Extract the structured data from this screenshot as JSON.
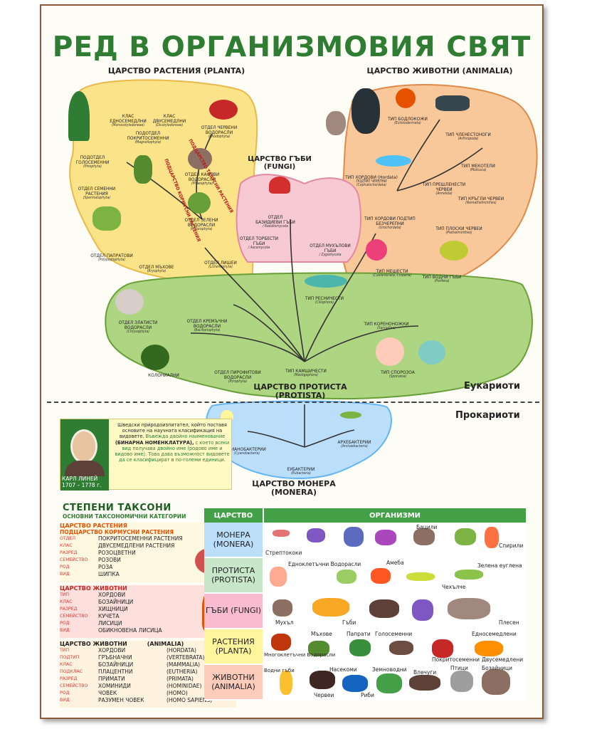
{
  "title": "РЕД В ОРГАНИЗМОВИЯ СВЯТ",
  "plant_kingdom": {
    "title": "ЦАРСТВО РАСТЕНИЯ (PLANTA)",
    "klas_mono": {
      "name": "КЛАС ЕДНОСЕМЕДЛНИ",
      "latin": "(Monocotyledoneae)"
    },
    "klas_di": {
      "name": "КЛАС ДВУСЕМЕДЛНИ",
      "latin": "(Dicotyledoneae)"
    },
    "pokritosemenni": {
      "name": "ПОДОТДЕЛ ПОКРИТОСЕМЕННИ",
      "latin": "(Magnoliophyta)"
    },
    "golosemenni": {
      "name": "ПОДОТДЕЛ ГОЛОСЕМЕННИ",
      "latin": "(Pinophyta)"
    },
    "semenni": {
      "name": "ОТДЕЛ СЕМЕННИ РАСТЕНИЯ",
      "latin": "(Spermatophyta)"
    },
    "paprati": {
      "name": "ОТДЕЛ ПАПРАТОВИ",
      "latin": "(Polypodiophyta)"
    },
    "mahove": {
      "name": "ОТДЕЛ МЪХОВЕ",
      "latin": "(Bryophyta)"
    },
    "cherveni": {
      "name": "ОТДЕЛ ЧЕРВЕНИ ВОДОРАСЛИ",
      "latin": "(Rhodophyta)"
    },
    "kafyavi": {
      "name": "ОТДЕЛ КАФЯВИ ВОДОРАСЛИ",
      "latin": "(Phaeophyta)"
    },
    "zeleni": {
      "name": "ОТДЕЛ ЗЕЛЕНИ ВОДОРАСЛИ",
      "latin": "(Chlorophyta)"
    },
    "lishei": {
      "name": "ОТДЕЛ ЛИШЕИ",
      "latin": "(Lichenophyta)"
    },
    "talusni": "ПОДЦАРСТВО ТАЛУСНИ РАСТЕНИЯ",
    "kormusni": "ПОДЦАРСТВО КОРМУСНИ РАСТЕНИЯ"
  },
  "animal_kingdom": {
    "title": "ЦАРСТВО ЖИВОТНИ (ANIMALIA)",
    "bodlokozhi": {
      "name": "ТИП БОДЛОКОЖИ",
      "latin": "(Echinodermata)"
    },
    "chlenestonogi": {
      "name": "ТИП ЧЛЕНЕСТОНОГИ",
      "latin": "(Arthropoda)"
    },
    "mekoteli": {
      "name": "ТИП МЕКОТЕЛИ",
      "latin": "(Mollusca)"
    },
    "hordovi": {
      "name": "ТИП ХОРДОВИ (Hordata)",
      "latin": "ПОДТИП ЧЕРЕПНИ (Cephalochordata)"
    },
    "preshleneni": {
      "name": "ТИП ПРЕШЛЕНЕСТИ ЧЕРВЕИ",
      "latin": "(Annelida)"
    },
    "kragli": {
      "name": "ТИП КРЪГЛИ ЧЕРВЕИ",
      "latin": "(Nemathelminthes)"
    },
    "bezcherepni": {
      "name": "ТИП ХОРДОВИ ПОДТИП БЕЗЧЕРЕПНИ",
      "latin": "(Urochordata)"
    },
    "ploski": {
      "name": "ТИП ПЛОСКИ ЧЕРВЕИ",
      "latin": "(Plathelminthes)"
    },
    "meshesti": {
      "name": "ТИП МЕШЕСТИ",
      "latin": "(Coelenterata, Cnidaria)"
    },
    "vodni_gabi": {
      "name": "ТИП ВОДНИ ГЪБИ",
      "latin": "(Porifera)"
    }
  },
  "fungi_kingdom": {
    "title": "ЦАРСТВО ГЪБИ (FUNGI)",
    "bazidievi": {
      "name": "ОТДЕЛ БАЗИДИЕВИ ГЪБИ",
      "latin": "/ Basidiomycota"
    },
    "torbesti": {
      "name": "ОТДЕЛ ТОРБЕСТИ ГЪБИ",
      "latin": "/ Ascomycota"
    },
    "muhalovi": {
      "name": "ОТДЕЛ МУХЪЛОВИ ГЪБИ",
      "latin": "/ Zygomycota"
    }
  },
  "protista_kingdom": {
    "title": "ЦАРСТВО ПРОТИСТА (PROTISTA)",
    "reснichesti": {
      "name": "ТИП РЕСНИЧЕСТИ",
      "latin": "(Ciliophora)"
    },
    "zlatisti": {
      "name": "ОТДЕЛ ЗЛАТИСТИ ВОДОРАСЛИ",
      "latin": "(Chrysophyta)"
    },
    "kremachni": {
      "name": "ОТДЕЛ КРЕМЪЧНИ ВОДОРАСЛИ",
      "latin": "(Bacillariophyta)"
    },
    "korenonozhki": {
      "name": "ТИП КОРЕНОНОЖКИ",
      "latin": "(Sarcodina)"
    },
    "kolonialni": "КОЛОНИАЛНИ",
    "pirofitovi": {
      "name": "ОТДЕЛ ПИРОФИТОВИ ВОДОРАСЛИ",
      "latin": "(Pyrophyta)"
    },
    "kamshichesti": {
      "name": "ТИП КАМШИЧЕСТИ",
      "latin": "(Mastigophora)"
    },
    "sporozoa": {
      "name": "ТИП СПОРОЗОА",
      "latin": "(Sporozoa)"
    }
  },
  "eukaryotes": "Еукариоти",
  "prokaryotes": "Прокариоти",
  "monera_kingdom": {
    "title": "ЦАРСТВО МОНЕРА (MONERA)",
    "cyano": {
      "name": "ЦИАНОБАКТЕРИИ",
      "latin": "(Cyanobacteria)"
    },
    "arhe": {
      "name": "АРХЕБАКТЕРИИ",
      "latin": "(Archaebacteria)"
    },
    "eu": {
      "name": "ЕУБАКТЕРИИ",
      "latin": "(Eubacteria)"
    }
  },
  "linnaeus": {
    "name": "КАРЛ ЛИНЕЙ",
    "years": "1707 – 1778 г.",
    "text1": "Шведски природоизпитател, който поставя основите на научната класификация на видовете.",
    "text2": "Въвежда двойно наименование",
    "text3": "(БИНАРНА НОМЕНКЛАТУРА),",
    "text4": "с което всеки вид получава двойно име (родово име и видово име). Това дава възможност видовете да се класифицират в по-големи единици."
  },
  "taxonomy": {
    "title": "СТЕПЕНИ ТАКСОНИ",
    "subtitle": "ОСНОВНИ ТАКСОНОМИЧНИ КАТЕГОРИИ",
    "box1": {
      "h1": "ЦАРСТВО РАСТЕНИЯ",
      "h2": "ПОДЦАРСТВО КОРМУСНИ РАСТЕНИЯ",
      "rows": [
        {
          "k": "ОТДЕЛ",
          "v": "ПОКРИТОСЕМЕННИ РАСТЕНИЯ"
        },
        {
          "k": "КЛАС",
          "v": "ДВУСЕМЕДЛЕНИ РАСТЕНИЯ"
        },
        {
          "k": "РАЗРЕД",
          "v": "РОЗОЦВЕТНИ"
        },
        {
          "k": "СЕМЕЙСТВО",
          "v": "РОЗОВИ"
        },
        {
          "k": "РОД",
          "v": "РОЗА"
        },
        {
          "k": "ВИД",
          "v": "ШИПКА"
        }
      ]
    },
    "box2": {
      "h1": "ЦАРСТВО ЖИВОТНИ",
      "rows": [
        {
          "k": "ТИП",
          "v": "ХОРДОВИ"
        },
        {
          "k": "КЛАС",
          "v": "БОЗАЙНИЦИ"
        },
        {
          "k": "РАЗРЕД",
          "v": "ХИЩНИЦИ"
        },
        {
          "k": "СЕМЕЙСТВО",
          "v": "КУЧЕТА"
        },
        {
          "k": "РОД",
          "v": "ЛИСИЦИ"
        },
        {
          "k": "ВИД",
          "v": "ОБИКНОВЕНА ЛИСИЦА"
        }
      ]
    },
    "box3": {
      "h1": "ЦАРСТВО ЖИВОТНИ",
      "h1b": "(ANIMALIA)",
      "rows": [
        {
          "k": "ТИП",
          "v": "ХОРДОВИ",
          "l": "(HORDATA)"
        },
        {
          "k": "ПОДТИП",
          "v": "ГРЪБНАЧНИ",
          "l": "(VERTEBRATA)"
        },
        {
          "k": "КЛАС",
          "v": "БОЗАЙНИЦИ",
          "l": "(MAMMALIA)"
        },
        {
          "k": "ПОДКЛАС",
          "v": "ПЛАЦЕНТНИ",
          "l": "(EUTHERIA)"
        },
        {
          "k": "РАЗРЕД",
          "v": "ПРИМАТИ",
          "l": "(PRIMATA)"
        },
        {
          "k": "СЕМЕЙСТВО",
          "v": "ХОМИНИДИ",
          "l": "(HOMINIDAE)"
        },
        {
          "k": "РОД",
          "v": "ЧОВЕК",
          "l": "(HOMO)"
        },
        {
          "k": "ВИД",
          "v": "РАЗУМЕН ЧОВЕК",
          "l": "(HOMO SAPIENS)"
        }
      ]
    }
  },
  "table": {
    "col1": "ЦАРСТВО",
    "col2": "ОРГАНИЗМИ",
    "rows": [
      {
        "kingdom": "МОНЕРА (MONERA)",
        "bg": "#bbdefb",
        "labels": [
          "Стрептококи",
          "Бацили",
          "Спирили"
        ]
      },
      {
        "kingdom": "ПРОТИСТА (PROTISTA)",
        "bg": "#c8e6c9",
        "labels": [
          "Едноклетъчни Водорасли",
          "Амеба",
          "Зелена еуглена",
          "Чехълче"
        ]
      },
      {
        "kingdom": "ГЪБИ (FUNGI)",
        "bg": "#f8bbd0",
        "labels": [
          "Мухъл",
          "Гъби",
          "Плесен"
        ]
      },
      {
        "kingdom": "РАСТЕНИЯ (PLANTA)",
        "bg": "#fff59d",
        "labels": [
          "Мъхове",
          "Папрати",
          "Голосеменни",
          "Едносемедлени",
          "Многоклетъчни Водорасли",
          "Покритосеменни",
          "Двусемедлени"
        ]
      },
      {
        "kingdom": "ЖИВОТНИ (ANIMALIA)",
        "bg": "#ffccbc",
        "labels": [
          "Водни гъби",
          "Насекоми",
          "Земноводни",
          "Влечуги",
          "Птици",
          "Бозайници",
          "Червеи",
          "Риби"
        ]
      }
    ]
  }
}
